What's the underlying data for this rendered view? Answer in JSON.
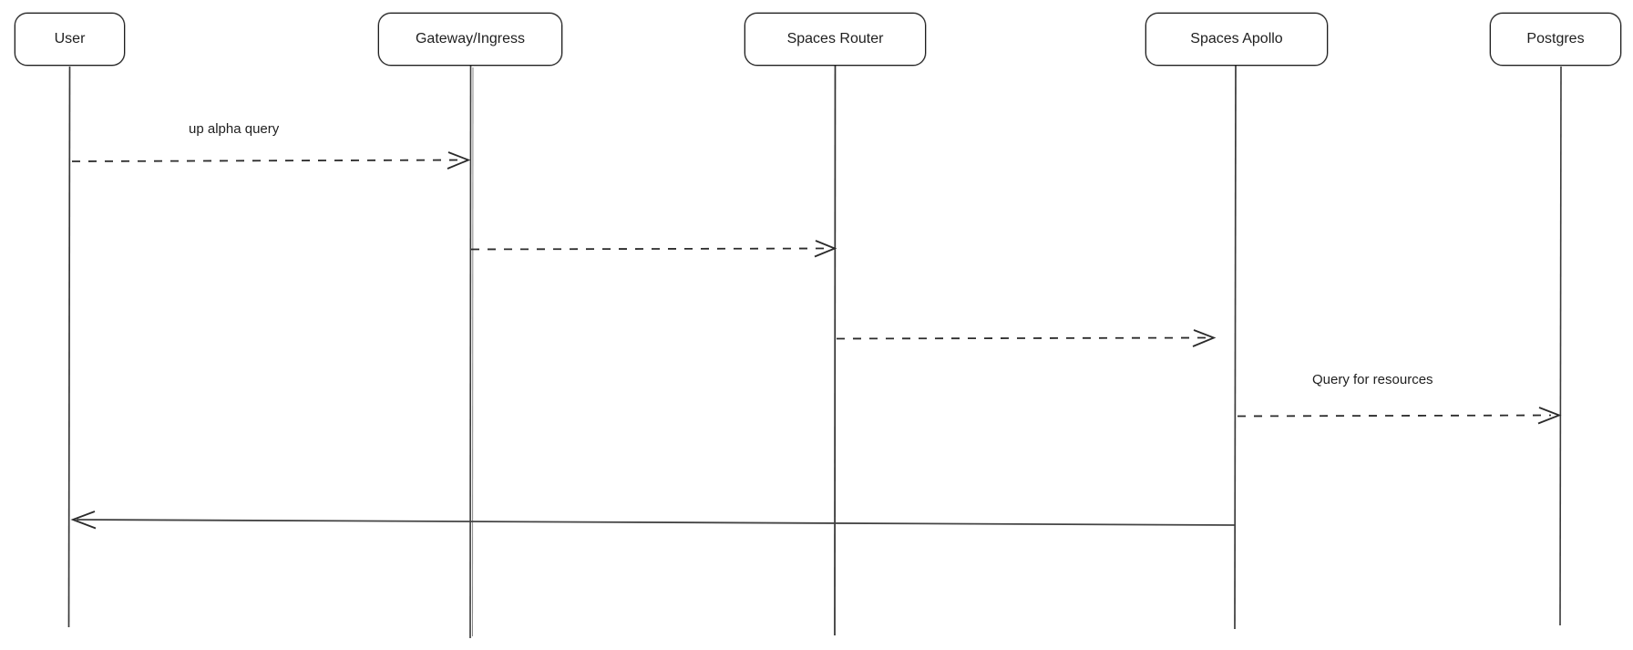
{
  "diagram": {
    "type": "sequence-diagram",
    "actors": [
      {
        "id": "user",
        "label": "User"
      },
      {
        "id": "gateway",
        "label": "Gateway/Ingress"
      },
      {
        "id": "router",
        "label": "Spaces Router"
      },
      {
        "id": "apollo",
        "label": "Spaces Apollo"
      },
      {
        "id": "postgres",
        "label": "Postgres"
      }
    ],
    "messages": [
      {
        "from": "User",
        "to": "Gateway/Ingress",
        "label": "up alpha query",
        "style": "dashed"
      },
      {
        "from": "Gateway/Ingress",
        "to": "Spaces Router",
        "label": "",
        "style": "dashed"
      },
      {
        "from": "Spaces Router",
        "to": "Spaces Apollo",
        "label": "",
        "style": "dashed"
      },
      {
        "from": "Spaces Apollo",
        "to": "Postgres",
        "label": "Query for resources",
        "style": "dashed"
      },
      {
        "from": "Spaces Apollo",
        "to": "User",
        "label": "",
        "style": "solid"
      }
    ],
    "colors": {
      "stroke": "#1e1e1e",
      "lifeline": "#3a3a3a",
      "text": "#1e1e1e",
      "background": "#ffffff"
    }
  }
}
